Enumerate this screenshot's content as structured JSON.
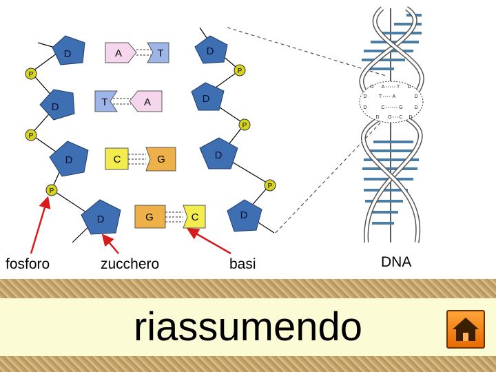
{
  "nodes": {
    "sugar_label": "D",
    "phosphate_label": "P",
    "pairs": [
      {
        "left_base": "A",
        "right_base": "T"
      },
      {
        "left_base": "T",
        "right_base": "A"
      },
      {
        "left_base": "C",
        "right_base": "G"
      },
      {
        "left_base": "G",
        "right_base": "C"
      }
    ]
  },
  "labels": {
    "phosphate": "fosforo",
    "sugar": "zucchero",
    "bases": "basi",
    "dna": "DNA"
  },
  "footer": {
    "title": "riassumendo",
    "home_icon": "home-icon"
  },
  "colors": {
    "sugar": "#3f6fb3",
    "phosphate": "#d7d41f",
    "base_A": "#f5d6ec",
    "base_T": "#9db5e8",
    "base_C": "#f3ec4e",
    "base_G": "#eeb14a",
    "arrow": "#d91a1a",
    "helix": "#4a7ea6",
    "home": "#f28a1b"
  }
}
